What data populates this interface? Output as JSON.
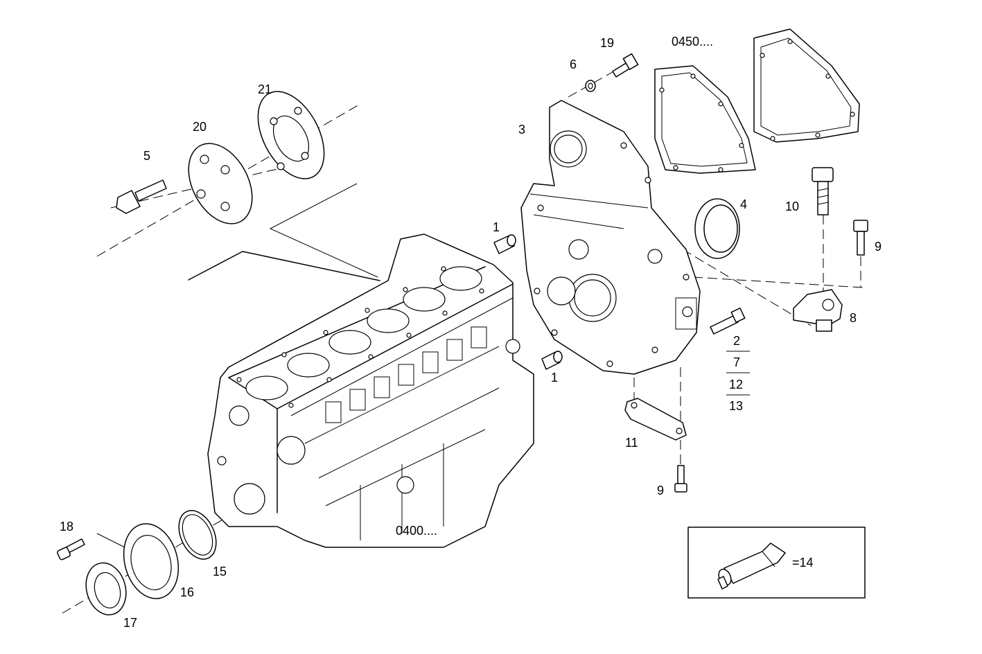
{
  "diagram": {
    "assembly_codes": {
      "engine_block": "0400....",
      "cover_gasket": "0450...."
    },
    "part_labels": {
      "p1a": "1",
      "p1b": "1",
      "p2": "2",
      "p3": "3",
      "p4": "4",
      "p5": "5",
      "p6": "6",
      "p7": "7",
      "p8": "8",
      "p9a": "9",
      "p9b": "9",
      "p10": "10",
      "p11": "11",
      "p12": "12",
      "p13": "13",
      "p15": "15",
      "p16": "16",
      "p17": "17",
      "p18": "18",
      "p19": "19",
      "p20": "20",
      "p21": "21"
    },
    "legend": {
      "sealant_label": "=14",
      "icon": "sealant-tube-icon"
    }
  }
}
